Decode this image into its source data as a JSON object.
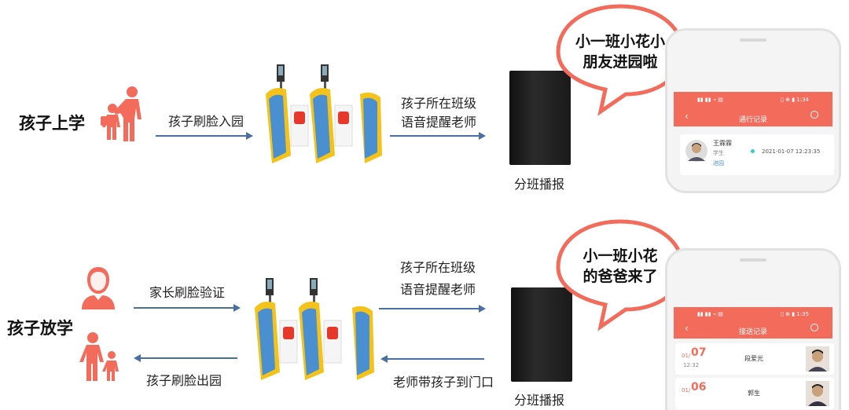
{
  "top": {
    "title": "孩子上学",
    "step1": "孩子刷脸入园",
    "step2_line1": "孩子所在班级",
    "step2_line2": "语音提醒老师",
    "speaker_label": "分班播报",
    "bubble_line1": "小一班小花小",
    "bubble_line2": "朋友进园啦",
    "phone": {
      "status_left": "▮▮ ▮▮ ⌁ ▤",
      "status_right": "▯ ⊕ ▮ 1:34",
      "title": "通行记录",
      "record_name": "王霖霖",
      "record_sub": "学生",
      "record_tag": "进园",
      "record_time": "2021-01-07 12:23:35"
    }
  },
  "bottom": {
    "title": "孩子放学",
    "step_parent": "家长刷脸验证",
    "step_child": "孩子刷脸出园",
    "step2_line1": "孩子所在班级",
    "step2_line2": "语音提醒老师",
    "step_teacher": "老师带孩子到门口",
    "speaker_label": "分班播报",
    "bubble_line1": "小一班小花",
    "bubble_line2": "的爸爸来了",
    "phone": {
      "status_left": "▮▮ ▮▮ ⌁ ▤",
      "status_right": "▯ ⊕ ▮ 1:35",
      "title": "接送记录",
      "rows": [
        {
          "month": "01/",
          "day": "07",
          "time": "12:32",
          "name": "段爱光"
        },
        {
          "month": "01/",
          "day": "06",
          "time": "",
          "name": "郭生"
        }
      ]
    }
  },
  "colors": {
    "accent": "#f26b5b",
    "arrow": "#4a6fa5",
    "gate_yellow": "#f3c21b",
    "gate_blue": "#4a8fd0"
  }
}
